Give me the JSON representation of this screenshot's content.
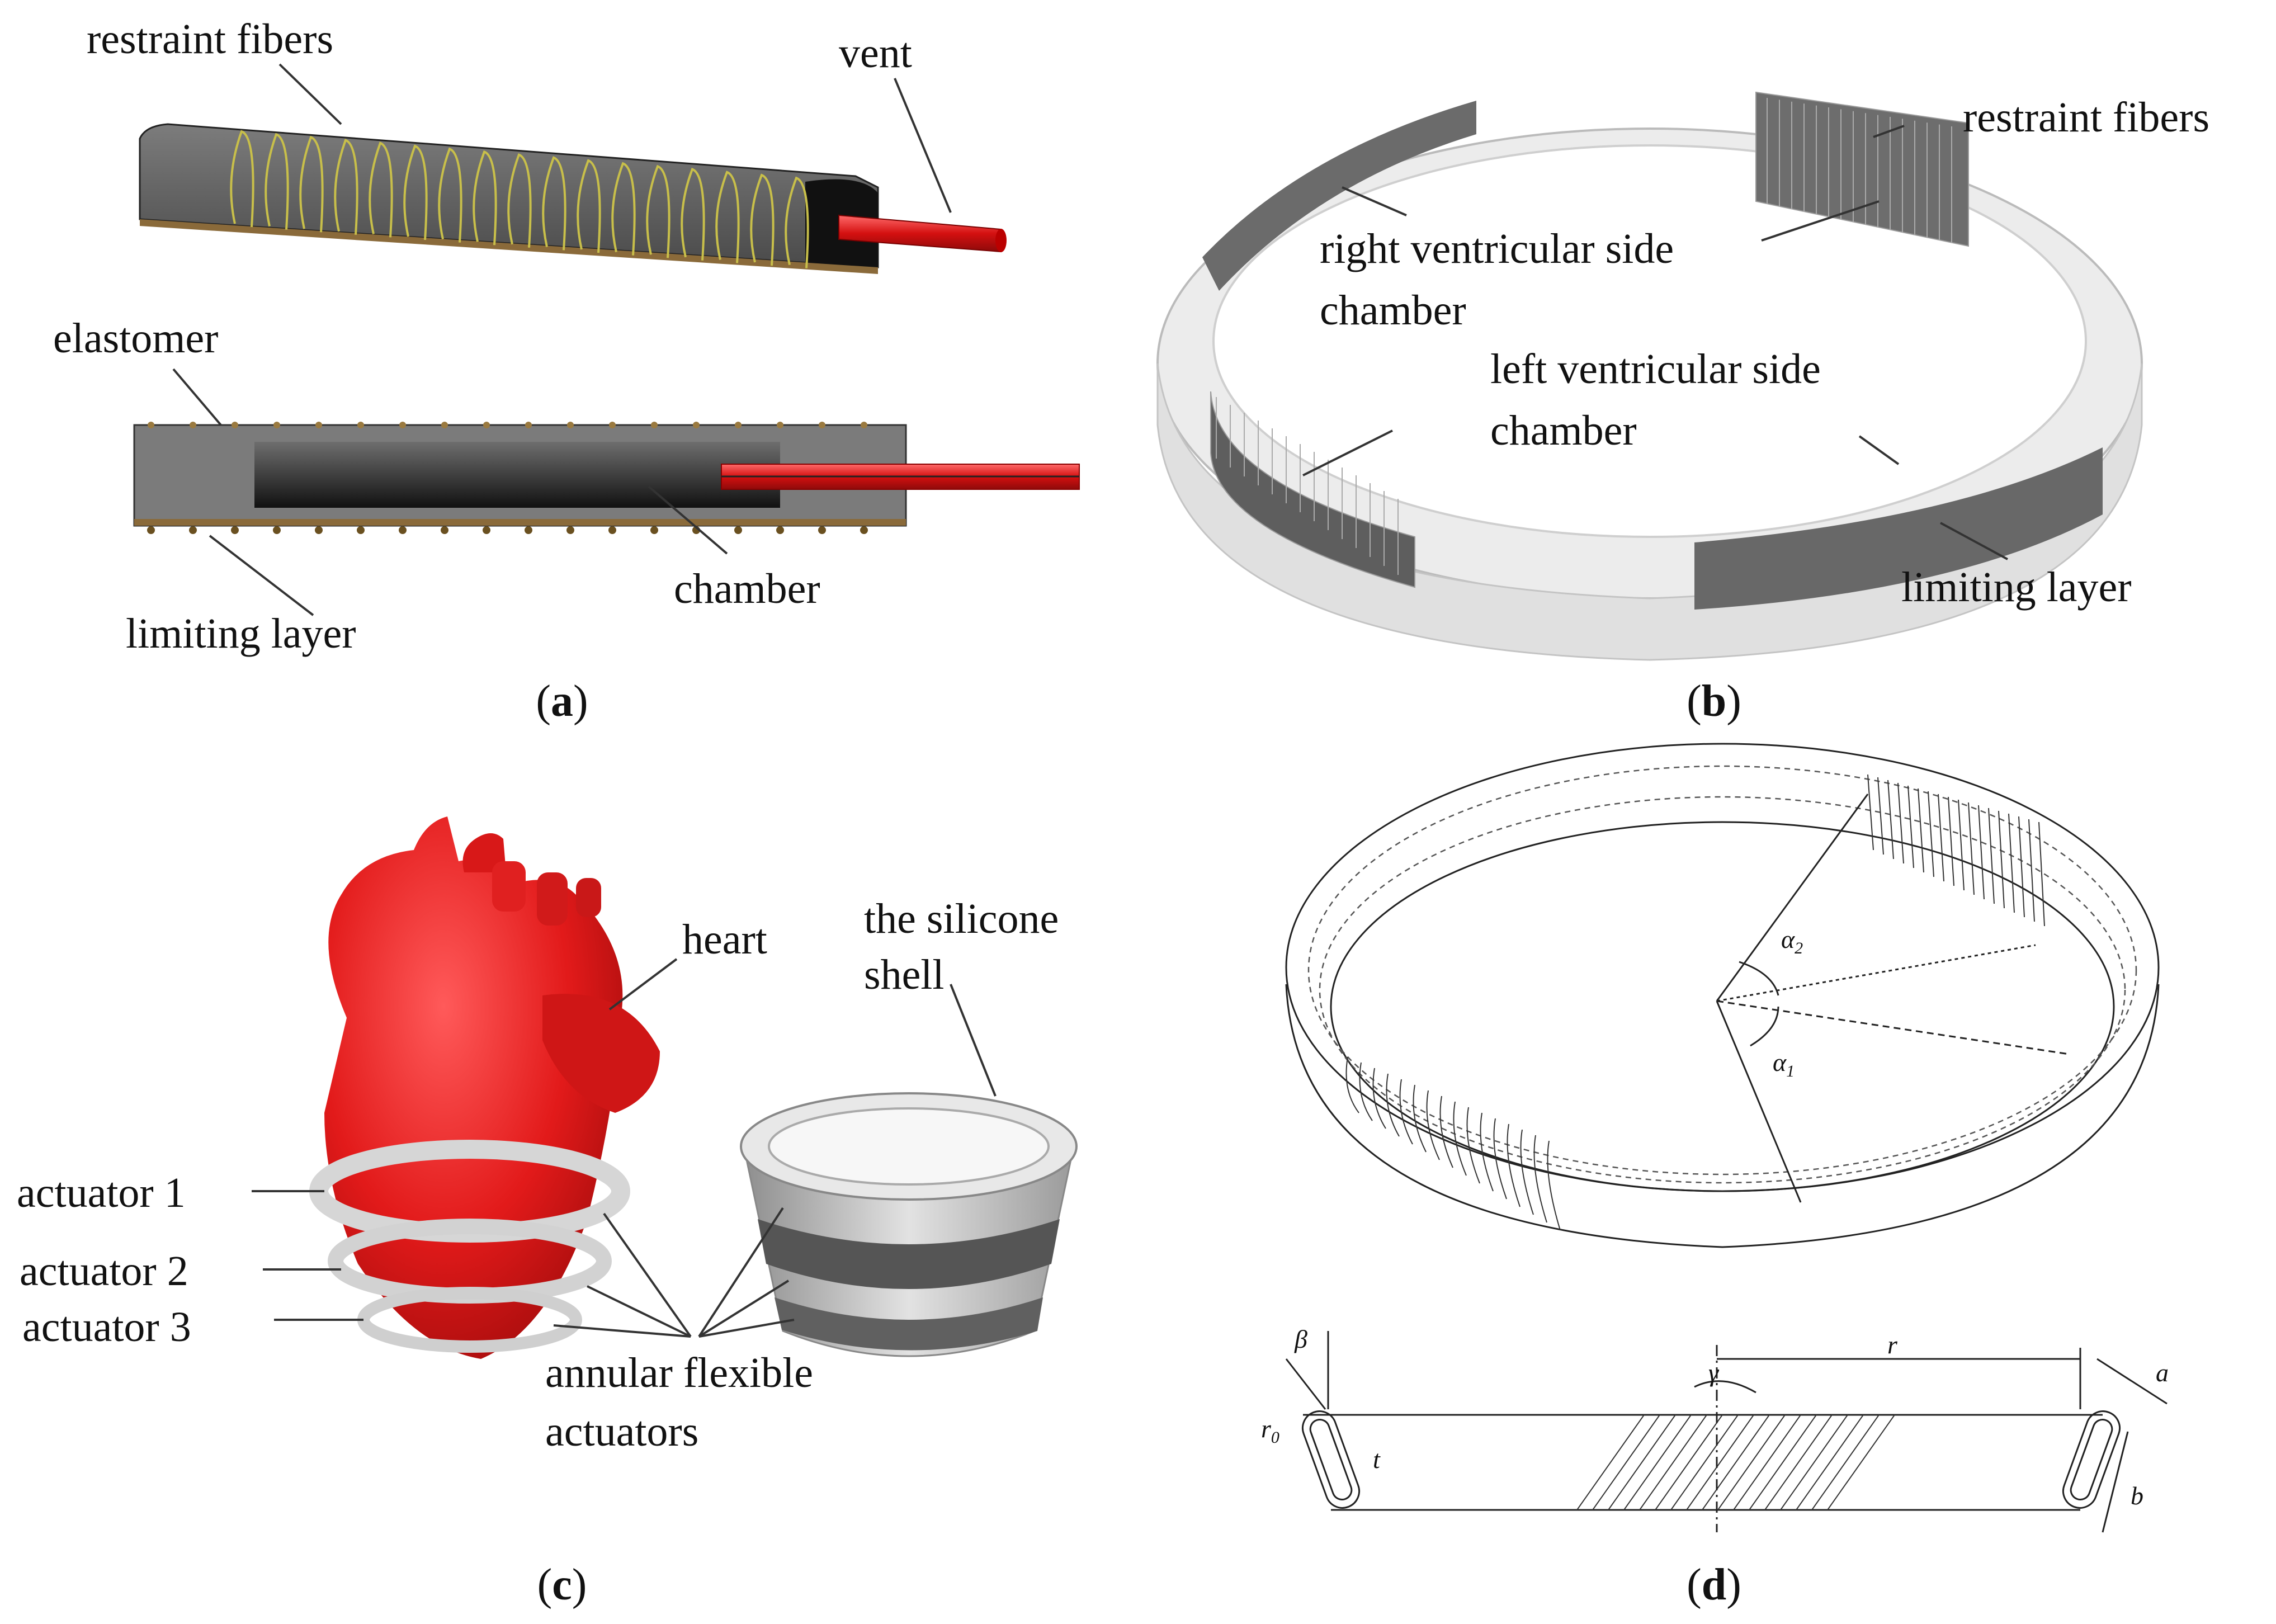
{
  "panels": {
    "a": {
      "caption_letter": "a",
      "labels": {
        "restraint_fibers": "restraint fibers",
        "vent": "vent",
        "elastomer": "elastomer",
        "chamber": "chamber",
        "limiting_layer": "limiting layer"
      },
      "colors": {
        "body": "#5f5f5f",
        "vent": "#e51d1d",
        "fiber": "#c8bf4a",
        "limit": "#8a6a3a"
      }
    },
    "b": {
      "caption_letter": "b",
      "labels": {
        "restraint_fibers": "restraint fibers",
        "rv_chamber_line1": "right ventricular side",
        "rv_chamber_line2": "chamber",
        "lv_chamber_line1": "left ventricular side",
        "lv_chamber_line2": "chamber",
        "limiting_layer": "limiting layer"
      },
      "colors": {
        "ring": "#e8e8e8",
        "chamber": "#6b6b6b"
      }
    },
    "c": {
      "caption_letter": "c",
      "labels": {
        "heart": "heart",
        "shell_line1": "the silicone",
        "shell_line2": "shell",
        "actuator_1": "actuator 1",
        "actuator_2": "actuator 2",
        "actuator_3": "actuator 3",
        "annular_line1": "annular flexible",
        "annular_line2": "actuators"
      },
      "colors": {
        "heart": "#e02020",
        "ring": "#dcdcdc",
        "shell": "#cfcfcf"
      }
    },
    "d": {
      "caption_letter": "d",
      "symbols": {
        "alpha2_base": "α",
        "alpha2_sub": "2",
        "alpha1_base": "α",
        "alpha1_sub": "1",
        "beta": "β",
        "gamma": "γ",
        "r": "r",
        "r0_base": "r",
        "r0_sub": "0",
        "t": "t",
        "a": "a",
        "b": "b"
      }
    }
  },
  "caption_parens": {
    "open": "(",
    "close": ")"
  }
}
